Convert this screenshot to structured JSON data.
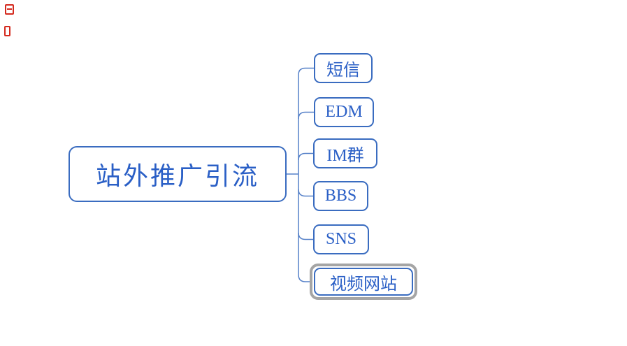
{
  "mindmap": {
    "root": {
      "label": "站外推广引流"
    },
    "children": [
      {
        "label": "短信",
        "selected": false
      },
      {
        "label": "EDM",
        "selected": false
      },
      {
        "label": "IM群",
        "selected": false
      },
      {
        "label": "BBS",
        "selected": false
      },
      {
        "label": "SNS",
        "selected": false
      },
      {
        "label": "视频网站",
        "selected": true
      }
    ],
    "selected_child_label": "视频网站",
    "colors": {
      "canvas_bg": "#ffffff",
      "node_bg": "#ffffff",
      "node_border": "#3a6cc0",
      "node_text": "#2a5fc6",
      "connector": "#5580c8",
      "selection": "#a5a5a5",
      "artifact": "#d42a1e"
    }
  }
}
